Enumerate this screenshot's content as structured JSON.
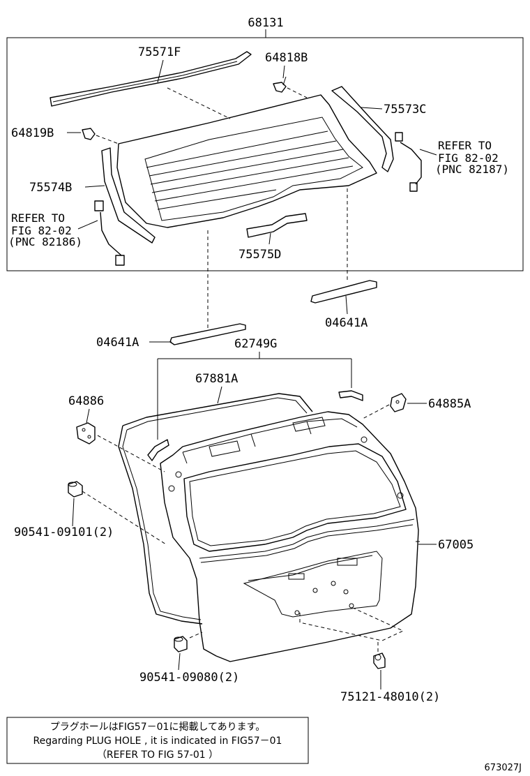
{
  "labels": {
    "assy_68131": "68131",
    "p75571F": "75571F",
    "p64818B": "64818B",
    "p75573C": "75573C",
    "p64819B": "64819B",
    "refer_right_1": "REFER TO",
    "refer_right_2": "FIG 82-02",
    "refer_right_3": "(PNC 82187)",
    "p75574B": "75574B",
    "refer_left_1": "REFER TO",
    "refer_left_2": "FIG 82-02",
    "refer_left_3": "(PNC 82186)",
    "p75575D": "75575D",
    "p04641A_right": "04641A",
    "p04641A_left": "04641A",
    "p62749G": "62749G",
    "p67881A": "67881A",
    "p64886": "64886",
    "p64885A": "64885A",
    "p90541_09101": "90541-09101(2)",
    "p67005": "67005",
    "p90541_09080": "90541-09080(2)",
    "p75121_48010": "75121-48010(2)"
  },
  "note": {
    "line1": "プラグホールはFIG57－01に掲載してあります。",
    "line2": "Regarding  PLUG HOLE , it is indicated in FIG57－01",
    "line3": "（REFER TO FIG 57-01 ）"
  },
  "figure_code": "673027J"
}
